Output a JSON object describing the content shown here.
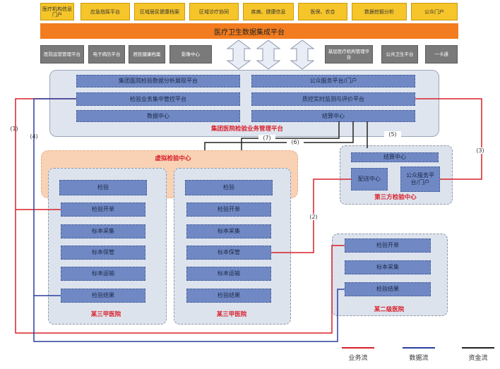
{
  "top_row": [
    "医疗机构信息门户",
    "应急指挥平台",
    "区域居民健康档案",
    "区域诊疗协同",
    "疾病、健康信息",
    "医保、农合",
    "数据挖掘分析",
    "公众门户"
  ],
  "banner": "医疗卫生数据集成平台",
  "gray_left": [
    "医院运营管理平台",
    "电子病历平台",
    "居民健康档案",
    "影像中心"
  ],
  "gray_right": [
    "基层医疗机构管理平台",
    "公共卫生平台",
    "一卡通"
  ],
  "platform": {
    "title": "集团医院检验业务管理平台",
    "left_items": [
      "集团医院检验数据分析展现平台",
      "检验业务集中管控平台",
      "数据中心"
    ],
    "right_items": [
      "公众服务平台/门户",
      "质控实时监测与评价平台",
      "结算中心"
    ]
  },
  "virtual_center": "虚拟检验中心",
  "hospital_a": {
    "title": "某三甲医院",
    "items": [
      "检验",
      "检验开单",
      "标本采集",
      "标本保管",
      "标本运输",
      "检验结果"
    ]
  },
  "hospital_b": {
    "title": "某三甲医院",
    "items": [
      "检验",
      "检验开单",
      "标本采集",
      "标本保管",
      "标本运输",
      "检验结果"
    ]
  },
  "third_party": {
    "title": "第三方检验中心",
    "settle": "结算中心",
    "delivery": "配送中心",
    "public": "公众服务平台/门户"
  },
  "second_hospital": {
    "title": "某二级医院",
    "items": [
      "检验开单",
      "标本采集",
      "检验结果"
    ]
  },
  "flow_labels": [
    "(1)",
    "(2)",
    "(3)",
    "(4)",
    "(5)",
    "(6)",
    "(7)"
  ],
  "legend": [
    "业务流",
    "数据流",
    "资金流"
  ],
  "colors": {
    "business": "#d8202a",
    "data": "#2a3f9e",
    "money": "#222222"
  }
}
